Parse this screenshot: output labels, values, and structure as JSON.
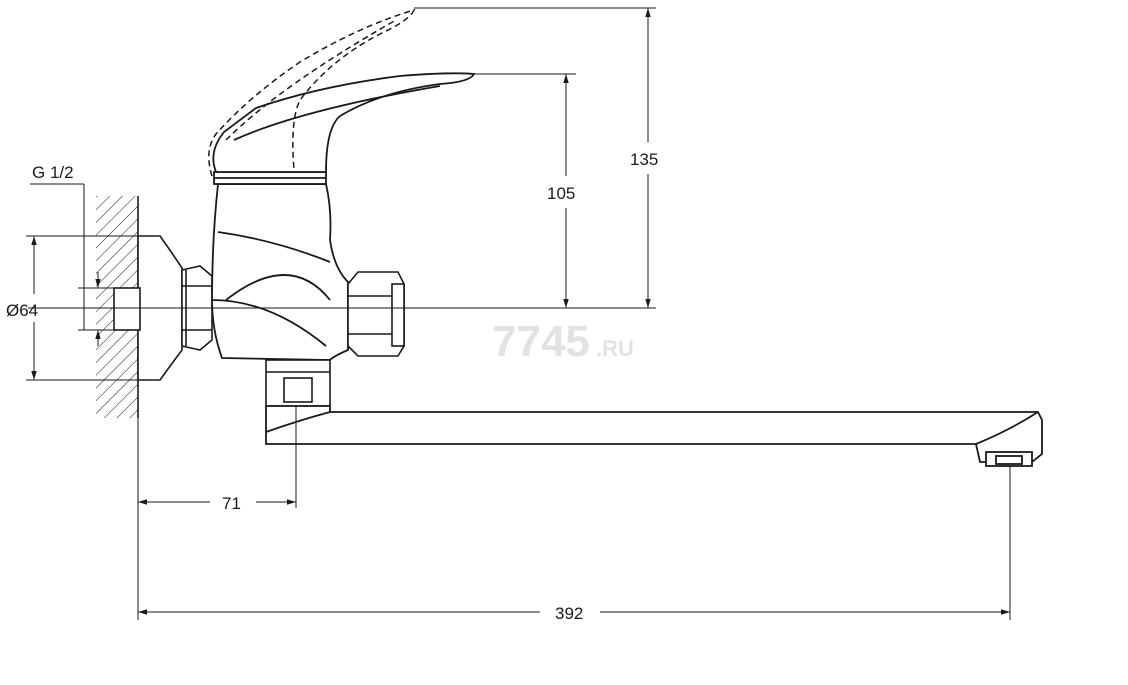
{
  "drawing": {
    "thread_label": "G 1/2",
    "flange_diameter_label": "Ø64",
    "body_offset_label": "71",
    "spout_reach_label": "392",
    "lever_height_label": "105",
    "lever_max_height_label": "135"
  },
  "watermark": {
    "brand": "7745",
    "domain": ".RU"
  },
  "colors": {
    "line": "#1a1a1a",
    "watermark": "#e2e2e2"
  }
}
